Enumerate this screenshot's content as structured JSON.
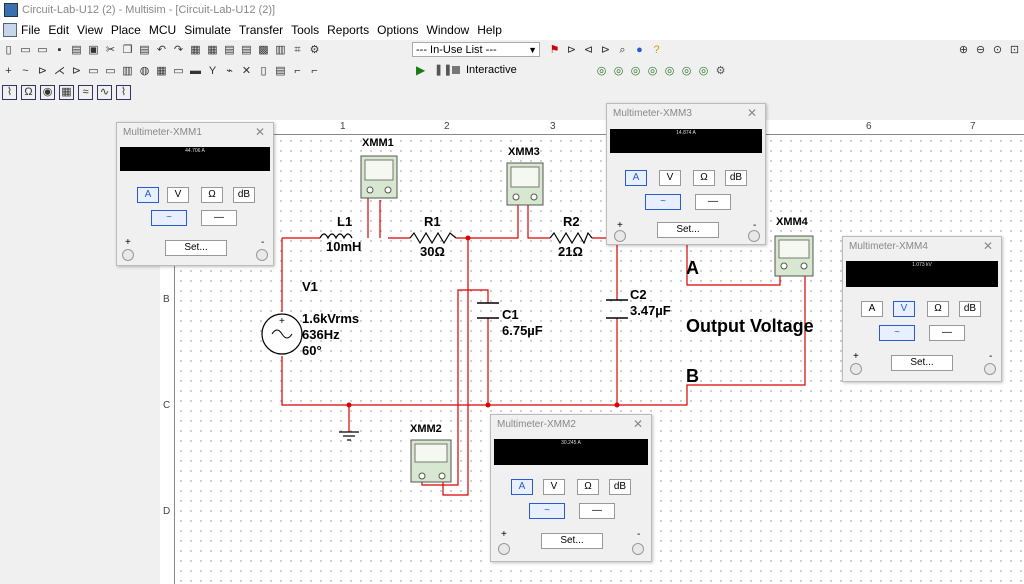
{
  "window": {
    "title": "Circuit-Lab-U12 (2) - Multisim - [Circuit-Lab-U12 (2)]"
  },
  "menu": [
    "File",
    "Edit",
    "View",
    "Place",
    "MCU",
    "Simulate",
    "Transfer",
    "Tools",
    "Reports",
    "Options",
    "Window",
    "Help"
  ],
  "toolbar": {
    "inuse_list": "--- In-Use List ---",
    "interactive": "Interactive"
  },
  "ruler": {
    "top": [
      "1",
      "2",
      "3",
      "6",
      "7"
    ],
    "left": [
      "B",
      "C",
      "D"
    ]
  },
  "schematic": {
    "L1": {
      "name": "L1",
      "value": "10mH"
    },
    "R1": {
      "name": "R1",
      "value": "30Ω"
    },
    "R2": {
      "name": "R2",
      "value": "21Ω"
    },
    "C1": {
      "name": "C1",
      "value": "6.75µF"
    },
    "C2": {
      "name": "C2",
      "value": "3.47µF"
    },
    "V1": {
      "name": "V1",
      "line1": "1.6kVrms",
      "line2": "636Hz",
      "line3": "60°"
    },
    "xmm1": "XMM1",
    "xmm2": "XMM2",
    "xmm3": "XMM3",
    "xmm4": "XMM4",
    "node_a": "A",
    "node_b": "B",
    "output_label": "Output Voltage"
  },
  "meters": {
    "m1": {
      "title": "Multimeter-XMM1",
      "reading": "44.706 A",
      "mode": "A"
    },
    "m2": {
      "title": "Multimeter-XMM2",
      "reading": "30.245 A",
      "mode": "A"
    },
    "m3": {
      "title": "Multimeter-XMM3",
      "reading": "14.874 A",
      "mode": "A"
    },
    "m4": {
      "title": "Multimeter-XMM4",
      "reading": "1.073 kV",
      "mode": "V"
    },
    "buttons": {
      "a": "A",
      "v": "V",
      "ohm": "Ω",
      "db": "dB",
      "ac": "~",
      "dc": "—",
      "set": "Set...",
      "plus": "+",
      "minus": "-"
    }
  }
}
